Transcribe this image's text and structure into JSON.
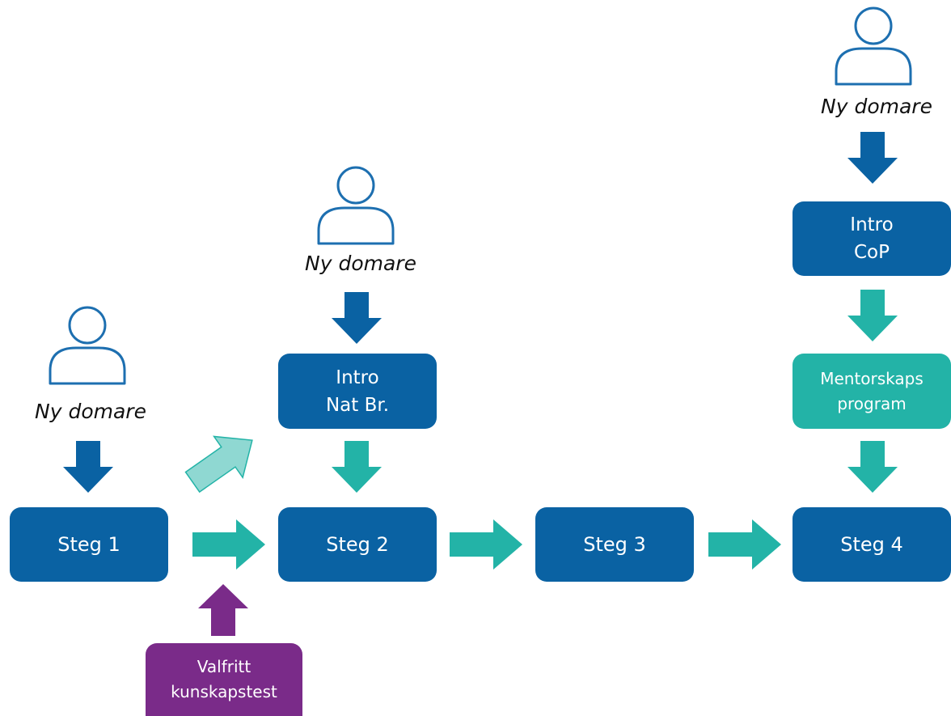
{
  "people": [
    {
      "label": "Ny domare"
    },
    {
      "label": "Ny domare"
    },
    {
      "label": "Ny domare"
    }
  ],
  "steps": [
    {
      "label": "Steg 1"
    },
    {
      "label": "Steg 2"
    },
    {
      "label": "Steg 3"
    },
    {
      "label": "Steg 4"
    }
  ],
  "intro_nat_br": {
    "line1": "Intro",
    "line2": "Nat Br."
  },
  "intro_cop": {
    "line1": "Intro",
    "line2": "CoP"
  },
  "mentorskaps": {
    "line1": "Mentorskaps",
    "line2": "program"
  },
  "valfritt": {
    "line1": "Valfritt",
    "line2": "kunskapstest"
  },
  "colors": {
    "blue": "#0a62a3",
    "teal": "#23b3a7",
    "light_teal": "#8fd8d2",
    "purple": "#7a2b89",
    "outline": "#1d6fb0"
  }
}
